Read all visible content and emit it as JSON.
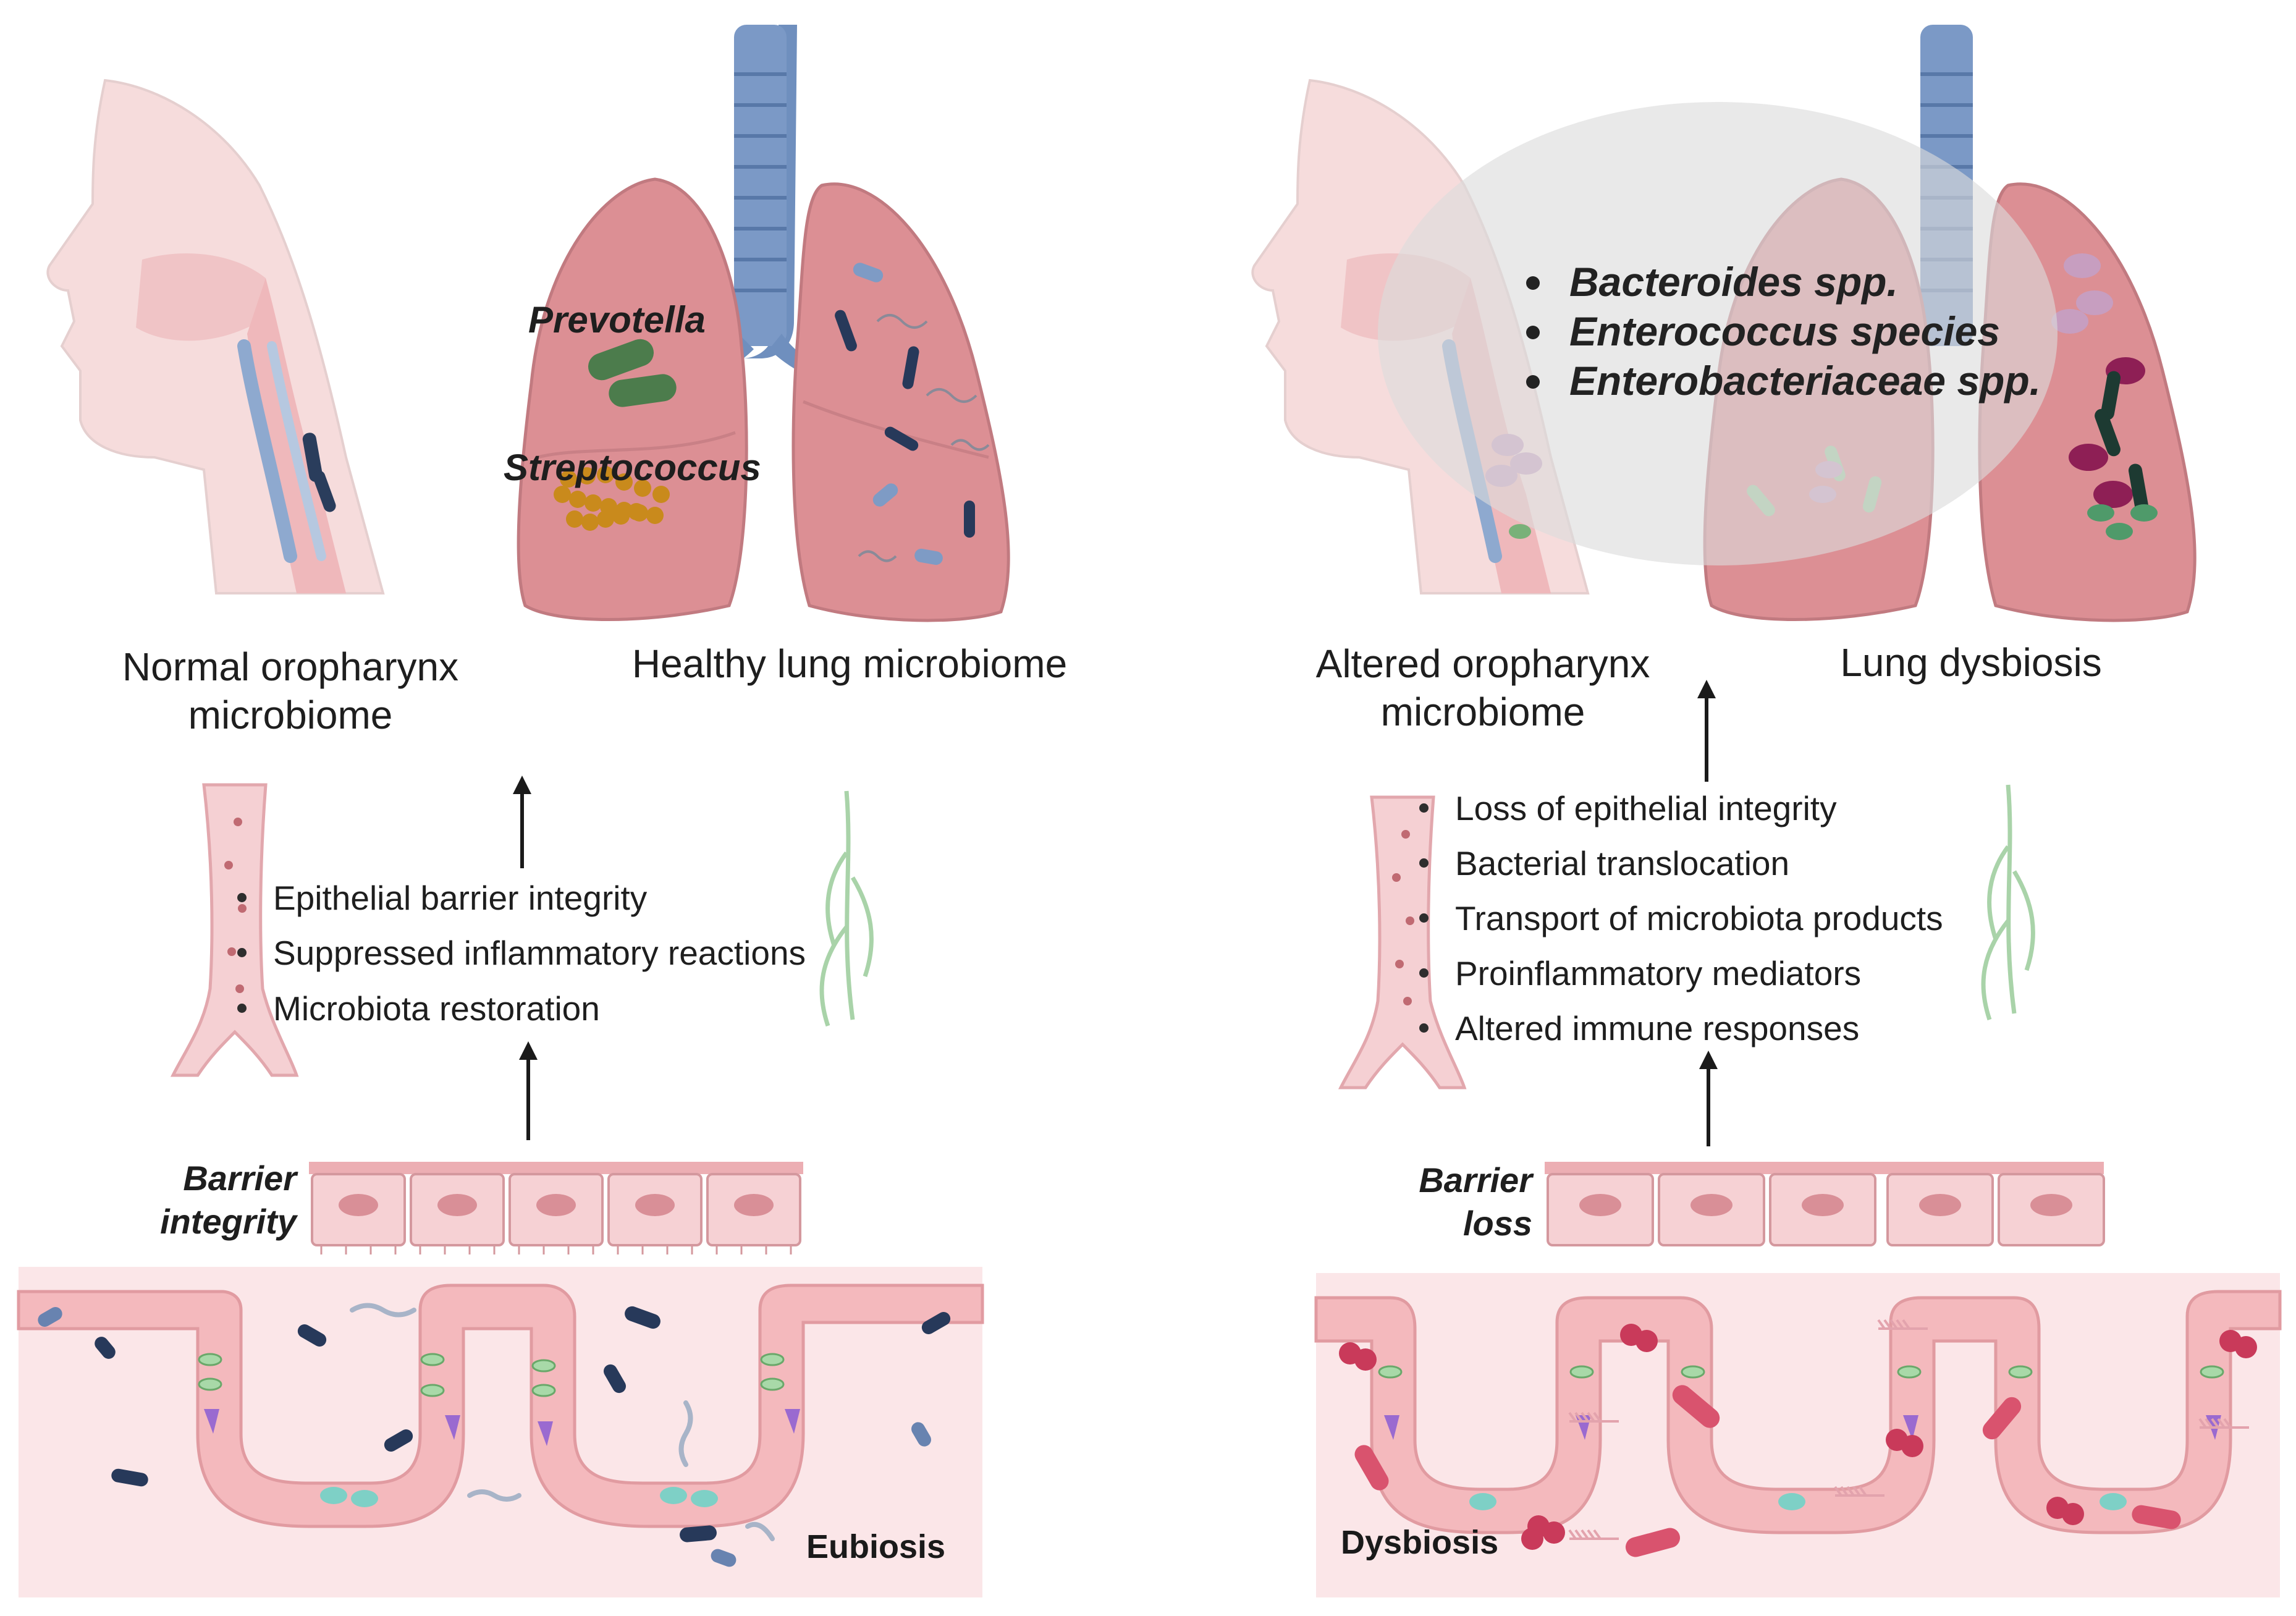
{
  "left": {
    "oropharynx_label": "Normal oropharynx microbiome",
    "lung_label": "Healthy lung microbiome",
    "bacteria": [
      "Prevotella",
      "Streptococcus"
    ],
    "bullets": [
      "Epithelial barrier integrity",
      "Suppressed inflammatory reactions",
      "Microbiota restoration"
    ],
    "barrier_label": [
      "Barrier",
      "integrity"
    ],
    "gut_state": "Eubiosis"
  },
  "right": {
    "oropharynx_label": "Altered oropharynx microbiome",
    "lung_label": "Lung dysbiosis",
    "bacteria": [
      "Bacteroides spp.",
      "Enterococcus species",
      "Enterobacteriaceae spp."
    ],
    "bullets": [
      "Loss of epithelial integrity",
      "Bacterial translocation",
      "Transport of microbiota products",
      "Proinflammatory mediators",
      "Altered immune responses"
    ],
    "barrier_label": [
      "Barrier",
      "loss"
    ],
    "gut_state": "Dysbiosis"
  },
  "colors": {
    "tissue_pink": "#f2c3c6",
    "lung_pink": "#dc8f94",
    "trachea_blue": "#6f8fbe",
    "mucosa_bg": "#fbe6e8",
    "bacteria_dark": "#1f3352",
    "bacteria_red": "#c93a5a",
    "arrow": "#1a1a1a"
  }
}
